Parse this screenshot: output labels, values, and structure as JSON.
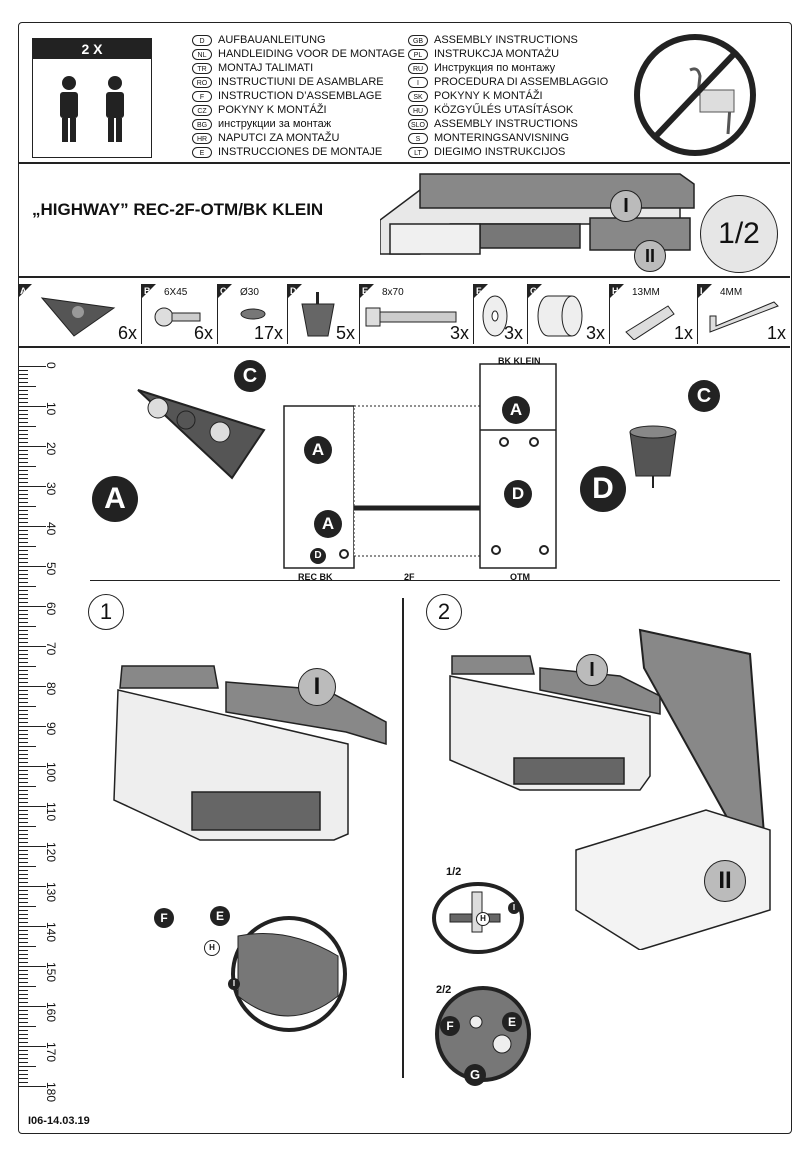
{
  "header": {
    "persons_label": "2 X",
    "languages_left": [
      {
        "code": "D",
        "text": "AUFBAUANLEITUNG"
      },
      {
        "code": "NL",
        "text": "HANDLEIDING VOOR DE MONTAGE"
      },
      {
        "code": "TR",
        "text": "MONTAJ TALIMATI"
      },
      {
        "code": "RO",
        "text": "INSTRUCTIUNI DE ASAMBLARE"
      },
      {
        "code": "F",
        "text": "INSTRUCTION D’ASSEMBLAGE"
      },
      {
        "code": "CZ",
        "text": "POKYNY K MONTÁŽI"
      },
      {
        "code": "BG",
        "text": "инструкции за монтаж"
      },
      {
        "code": "HR",
        "text": "NAPUTCI ZA MONTAŽU"
      },
      {
        "code": "E",
        "text": "INSTRUCCIONES DE MONTAJE"
      }
    ],
    "languages_right": [
      {
        "code": "GB",
        "text": "ASSEMBLY INSTRUCTIONS"
      },
      {
        "code": "PL",
        "text": "INSTRUKCJA MONTAŻU"
      },
      {
        "code": "RU",
        "text": "Инструкция по монтажу"
      },
      {
        "code": "I",
        "text": "PROCEDURA DI ASSEMBLAGGIO"
      },
      {
        "code": "SK",
        "text": "POKYNY K MONTÁŽI"
      },
      {
        "code": "HU",
        "text": "KÖZGYŰLÉS UTASÍTÁSOK"
      },
      {
        "code": "SLO",
        "text": "ASSEMBLY INSTRUCTIONS"
      },
      {
        "code": "S",
        "text": "MONTERINGSANVISNING"
      },
      {
        "code": "LT",
        "text": "DIEGIMO INSTRUKCIJOS"
      }
    ]
  },
  "product": {
    "title": "„HIGHWAY” REC-2F-OTM/BK KLEIN",
    "page": "1/2",
    "section_I": "I",
    "section_II": "II"
  },
  "parts": [
    {
      "label": "A",
      "dim": "",
      "qty": "6x"
    },
    {
      "label": "B",
      "dim": "6X45",
      "qty": "6x"
    },
    {
      "label": "C",
      "dim": "Ø30",
      "qty": "17x"
    },
    {
      "label": "D",
      "dim": "",
      "qty": "5x"
    },
    {
      "label": "E",
      "dim": "8x70",
      "qty": "3x"
    },
    {
      "label": "F",
      "dim": "",
      "qty": "3x"
    },
    {
      "label": "G",
      "dim": "",
      "qty": "3x"
    },
    {
      "label": "H",
      "dim": "13MM",
      "qty": "1x"
    },
    {
      "label": "I",
      "dim": "4MM",
      "qty": "1x"
    }
  ],
  "ruler": [
    "0",
    "10",
    "20",
    "30",
    "40",
    "50",
    "60",
    "70",
    "80",
    "90",
    "100",
    "110",
    "120",
    "130",
    "140",
    "150",
    "160",
    "170",
    "180"
  ],
  "layout_labels": {
    "bk_klein": "BK KLEIN",
    "rec_bk": "REC BK",
    "two_f": "2F",
    "otm": "OTM"
  },
  "callouts": {
    "A": "A",
    "C": "C",
    "D": "D",
    "E": "E",
    "F": "F",
    "G": "G",
    "H": "H",
    "I": "I"
  },
  "steps": {
    "one": "1",
    "two": "2",
    "sub_1_2": "1/2",
    "sub_2_2": "2/2"
  },
  "footer": "I06-14.03.19"
}
